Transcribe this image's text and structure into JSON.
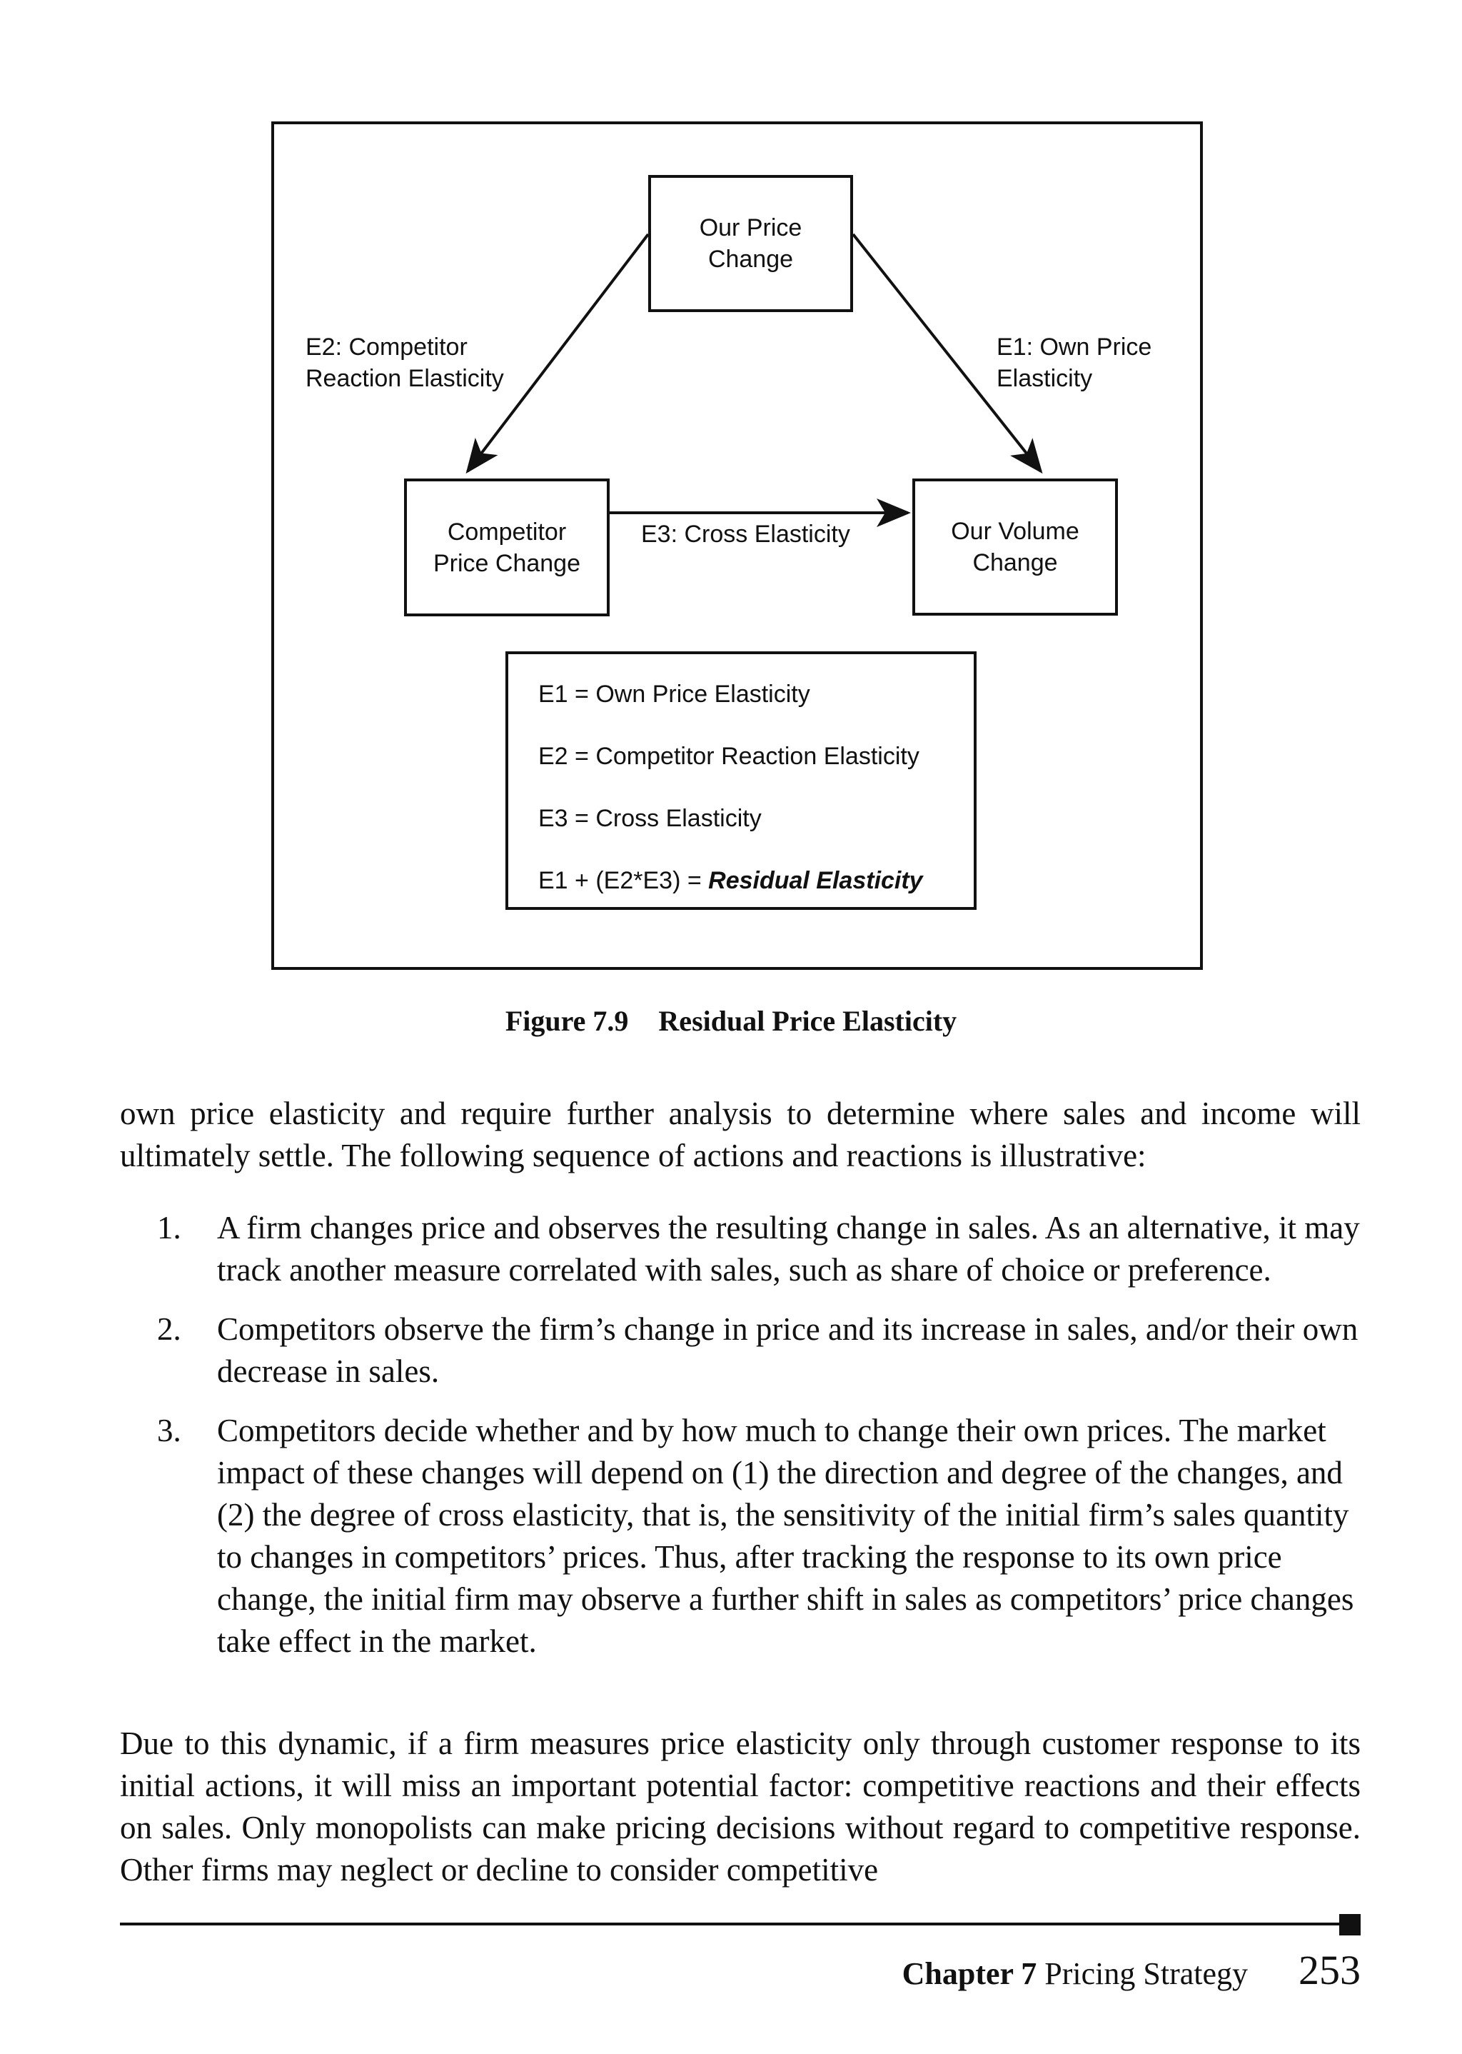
{
  "figure": {
    "nodes": {
      "our_price_change": "Our Price Change",
      "competitor_price_change": "Competitor Price Change",
      "our_volume_change": "Our Volume Change"
    },
    "edge_labels": {
      "e1": "E1: Own Price Elasticity",
      "e2": "E2: Competitor Reaction Elasticity",
      "e3": "E3: Cross Elasticity"
    },
    "legend": {
      "line1": "E1 = Own Price Elasticity",
      "line2": "E2 = Competitor Reaction Elasticity",
      "line3": "E3 = Cross Elasticity",
      "line4_prefix": "E1 + (E2*E3) = ",
      "line4_emph": "Residual Elasticity"
    },
    "caption_number": "Figure 7.9",
    "caption_title": "Residual Price Elasticity"
  },
  "body": {
    "para1": "own price elasticity and require further analysis to determine where sales and income will ultimately settle. The following sequence of actions and reactions is illustrative:",
    "list": [
      {
        "num": "1.",
        "text": "A firm changes price and observes the resulting change in sales. As an alternative, it may track another measure correlated with sales, such as share of choice or preference."
      },
      {
        "num": "2.",
        "text": "Competitors observe the firm’s change in price and its increase in sales, and/or their own decrease in sales."
      },
      {
        "num": "3.",
        "text": "Competitors decide whether and by how much to change their own prices. The market impact of these changes will depend on (1) the direction and degree of the changes, and (2) the degree of cross elasticity, that is, the sensitivity of the initial firm’s sales quantity to changes in competitors’ prices. Thus, after tracking the response to its own price change, the initial firm may observe a further shift in sales as competitors’ price changes take effect in the market."
      }
    ],
    "para2": "Due to this dynamic, if a firm measures price elasticity only through customer response to its initial actions, it will miss an important potential factor: competitive reactions and their effects on sales. Only monopolists can make pricing decisions without regard to competitive response. Other firms may neglect or decline to consider competitive"
  },
  "footer": {
    "chapter": "Chapter 7",
    "chapter_title": "Pricing Strategy",
    "page_number": "253"
  }
}
